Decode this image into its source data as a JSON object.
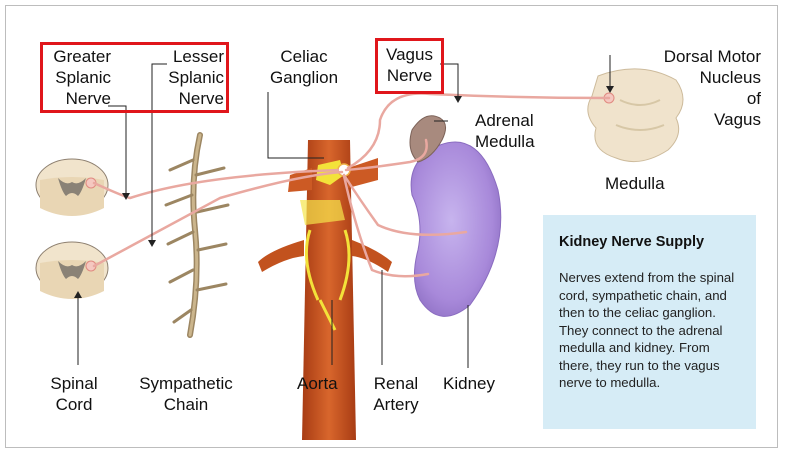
{
  "labels": {
    "greater_splanic_nerve": [
      "Greater",
      "Splanic",
      "Nerve"
    ],
    "lesser_splanic_nerve": [
      "Lesser",
      "Splanic",
      "Nerve"
    ],
    "celiac_ganglion": [
      "Celiac",
      "Ganglion"
    ],
    "vagus_nerve": [
      "Vagus",
      "Nerve"
    ],
    "dorsal_motor_nucleus": [
      "Dorsal Motor",
      "Nucleus",
      "of",
      "Vagus"
    ],
    "adrenal_medulla": [
      "Adrenal",
      "Medulla"
    ],
    "medulla": "Medulla",
    "spinal_cord": [
      "Spinal",
      "Cord"
    ],
    "sympathetic_chain": [
      "Sympathetic",
      "Chain"
    ],
    "aorta": "Aorta",
    "renal_artery": [
      "Renal",
      "Artery"
    ],
    "kidney": "Kidney"
  },
  "info": {
    "title": "Kidney Nerve Supply",
    "body": "Nerves extend from the spinal cord, sympathetic chain, and then to the celiac ganglion. They connect to the adrenal medulla and kidney. From there, they run to the vagus nerve to medulla."
  },
  "colors": {
    "highlight_box": "#e0161b",
    "nerve": "#e9a8a0",
    "aorta": "#c8501e",
    "ganglion": "#f3e23a",
    "kidney": "#a98ad8",
    "adrenal": "#a88a7e",
    "info_background": "#d6ecf6"
  }
}
